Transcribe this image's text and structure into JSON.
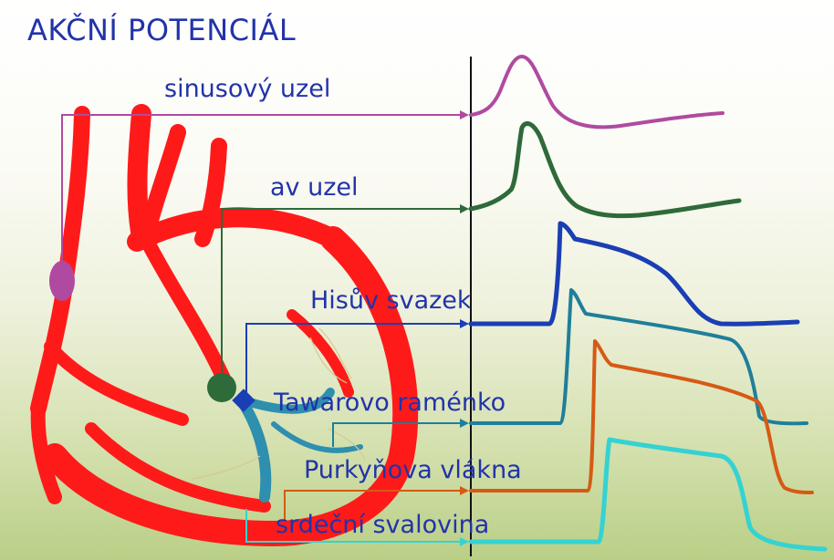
{
  "title": "AKČNÍ POTENCIÁL",
  "labels": {
    "sa_node": "sinusový uzel",
    "av_node": "av uzel",
    "his_bundle": "Hisův svazek",
    "tawara_branch": "Tawarovo raménko",
    "purkinje_fibers": "Purkyňova vlákna",
    "myocardium": "srdeční svalovina"
  },
  "colors": {
    "heart": "#ff1a1a",
    "conduction": "#2e8fae",
    "sa_node": "#b04aa0",
    "av_node": "#2e6a3a",
    "his_bundle": "#1a3fb4",
    "tawara_branch": "#1f7f9a",
    "purkinje_fibers": "#d65a14",
    "myocardium": "#35d2d2",
    "text": "#2233aa"
  }
}
